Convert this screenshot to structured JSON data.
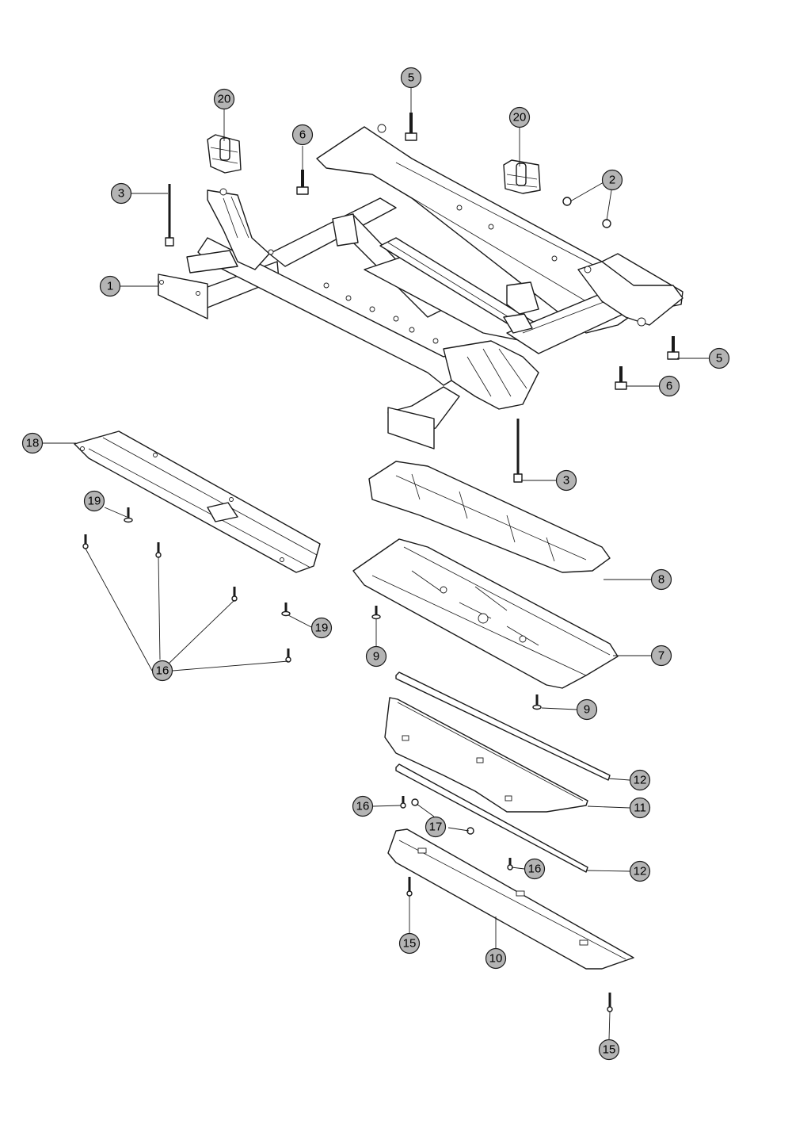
{
  "colors": {
    "line": "#1a1a1a",
    "balloon_fill": "#b4b4b4",
    "background": "#ffffff"
  },
  "callouts": [
    {
      "id": "c1",
      "label": "1"
    },
    {
      "id": "c2",
      "label": "2"
    },
    {
      "id": "c3a",
      "label": "3"
    },
    {
      "id": "c3b",
      "label": "3"
    },
    {
      "id": "c5a",
      "label": "5"
    },
    {
      "id": "c5b",
      "label": "5"
    },
    {
      "id": "c6a",
      "label": "6"
    },
    {
      "id": "c6b",
      "label": "6"
    },
    {
      "id": "c7",
      "label": "7"
    },
    {
      "id": "c8",
      "label": "8"
    },
    {
      "id": "c9a",
      "label": "9"
    },
    {
      "id": "c9b",
      "label": "9"
    },
    {
      "id": "c10",
      "label": "10"
    },
    {
      "id": "c11",
      "label": "11"
    },
    {
      "id": "c12a",
      "label": "12"
    },
    {
      "id": "c12b",
      "label": "12"
    },
    {
      "id": "c15a",
      "label": "15"
    },
    {
      "id": "c15b",
      "label": "15"
    },
    {
      "id": "c16a",
      "label": "16"
    },
    {
      "id": "c16b",
      "label": "16"
    },
    {
      "id": "c16c",
      "label": "16"
    },
    {
      "id": "c17",
      "label": "17"
    },
    {
      "id": "c18",
      "label": "18"
    },
    {
      "id": "c19a",
      "label": "19"
    },
    {
      "id": "c19b",
      "label": "19"
    },
    {
      "id": "c20a",
      "label": "20"
    },
    {
      "id": "c20b",
      "label": "20"
    }
  ]
}
